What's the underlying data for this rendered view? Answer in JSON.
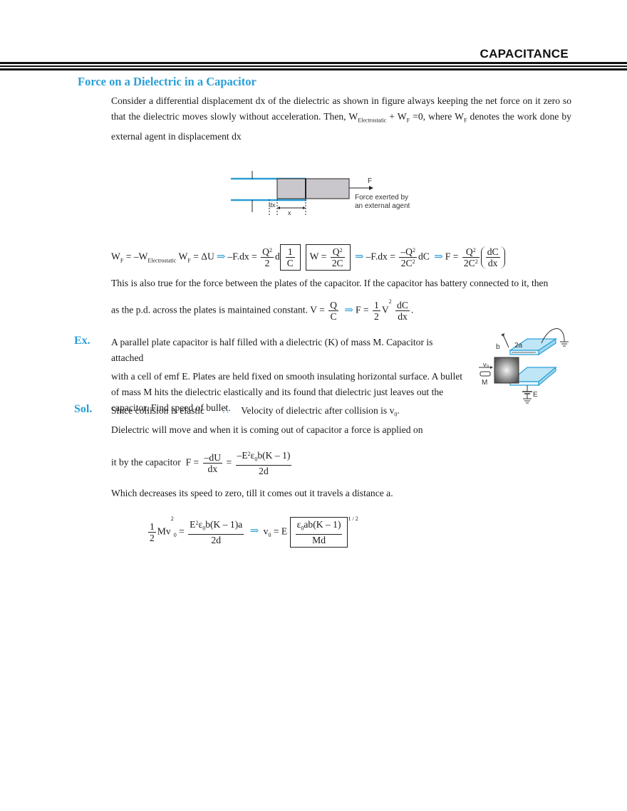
{
  "header": {
    "title": "CAPACITANCE"
  },
  "section": {
    "title": "Force on a Dielectric in a Capacitor",
    "intro_a": "Consider a differential displacement dx of the dielectric as shown in figure always keeping the net force on it zero so that the dielectric moves slowly without acceleration. Then, W",
    "intro_sub1": "Electrostatic",
    "intro_b": " + W",
    "intro_sub2": "F",
    "intro_c": " =0, where W",
    "intro_sub3": "F",
    "intro_d": " denotes the work done by external agent in displacement dx"
  },
  "figure1": {
    "label_F": "F",
    "label_dx": "dx",
    "label_x": "x",
    "caption_line1": "Force exerted by",
    "caption_line2": "an external agent"
  },
  "eq1": {
    "wf": "W",
    "wf_sub": "F",
    "eq_we": " = –W",
    "we_sub": "Electrostatic",
    "wf2": " W",
    "wf2_sub": "F",
    "du": " = ΔU",
    "fdx": "–F.dx =",
    "q2": "Q",
    "two": "2",
    "d": "d",
    "one": "1",
    "c": "C",
    "w_eq": "W =",
    "twoc": "2C",
    "fdx2": "–F.dx =",
    "neg_q2": "–Q",
    "twoc2": "2C",
    "dc": "dC",
    "f_eq": "F =",
    "dC": "dC",
    "dx": "dx"
  },
  "para2": "This is also true for the force between the plates of the capacitor. If the capacitor has battery connected to it, then",
  "para3": {
    "text": "as the p.d. across the plates is maintained constant. V =",
    "q": "Q",
    "c": "C",
    "f_eq": "F =",
    "one": "1",
    "two": "2",
    "v": "V",
    "dc": "dC",
    "dx": "dx",
    "dot": "."
  },
  "example": {
    "label": "Ex.",
    "line1": "A parallel plate capacitor is half filled with a dielectric (K) of mass M. Capacitor  is attached",
    "line2": "with a cell of emf E. Plates are held fixed on smooth insulating horizontal surface. A bullet",
    "line3": "of mass M hits the dielectric elastically and its found that dielectric just leaves out the",
    "line4": "capacitor. Find speed of bullet."
  },
  "figure2": {
    "label_b": "b",
    "label_2a": "2a",
    "label_v0": "v₀",
    "label_M": "M",
    "label_E": "E"
  },
  "solution": {
    "label": "Sol.",
    "line1a": "Since collision is elastic",
    "therefore": "∴",
    "line1b": "Velocity of dielectric after collision is v",
    "line1b_sub": "0",
    "line1b_end": ".",
    "line2": "Dielectric will move and when it is coming out of capacitor a force is applied on",
    "line3": "it by the capacitor",
    "f_eq": "F =",
    "neg_du": "–dU",
    "dx": "dx",
    "eq": "=",
    "num2": "–E",
    "num2b": "ε",
    "num2c": "b(K – 1)",
    "den2": "2d",
    "line4": "Which decreases its speed to zero, till it comes out it travels a distance a.",
    "half_one": "1",
    "half_two": "2",
    "mv": "Mv",
    "e2": "E",
    "eps": "ε",
    "rest": "b(K – 1)a",
    "twod": "2d",
    "v0": "v",
    "eqE": " = E",
    "num3a": "ε",
    "num3b": "ab(K – 1)",
    "den3": "Md",
    "exp": "1 / 2"
  }
}
